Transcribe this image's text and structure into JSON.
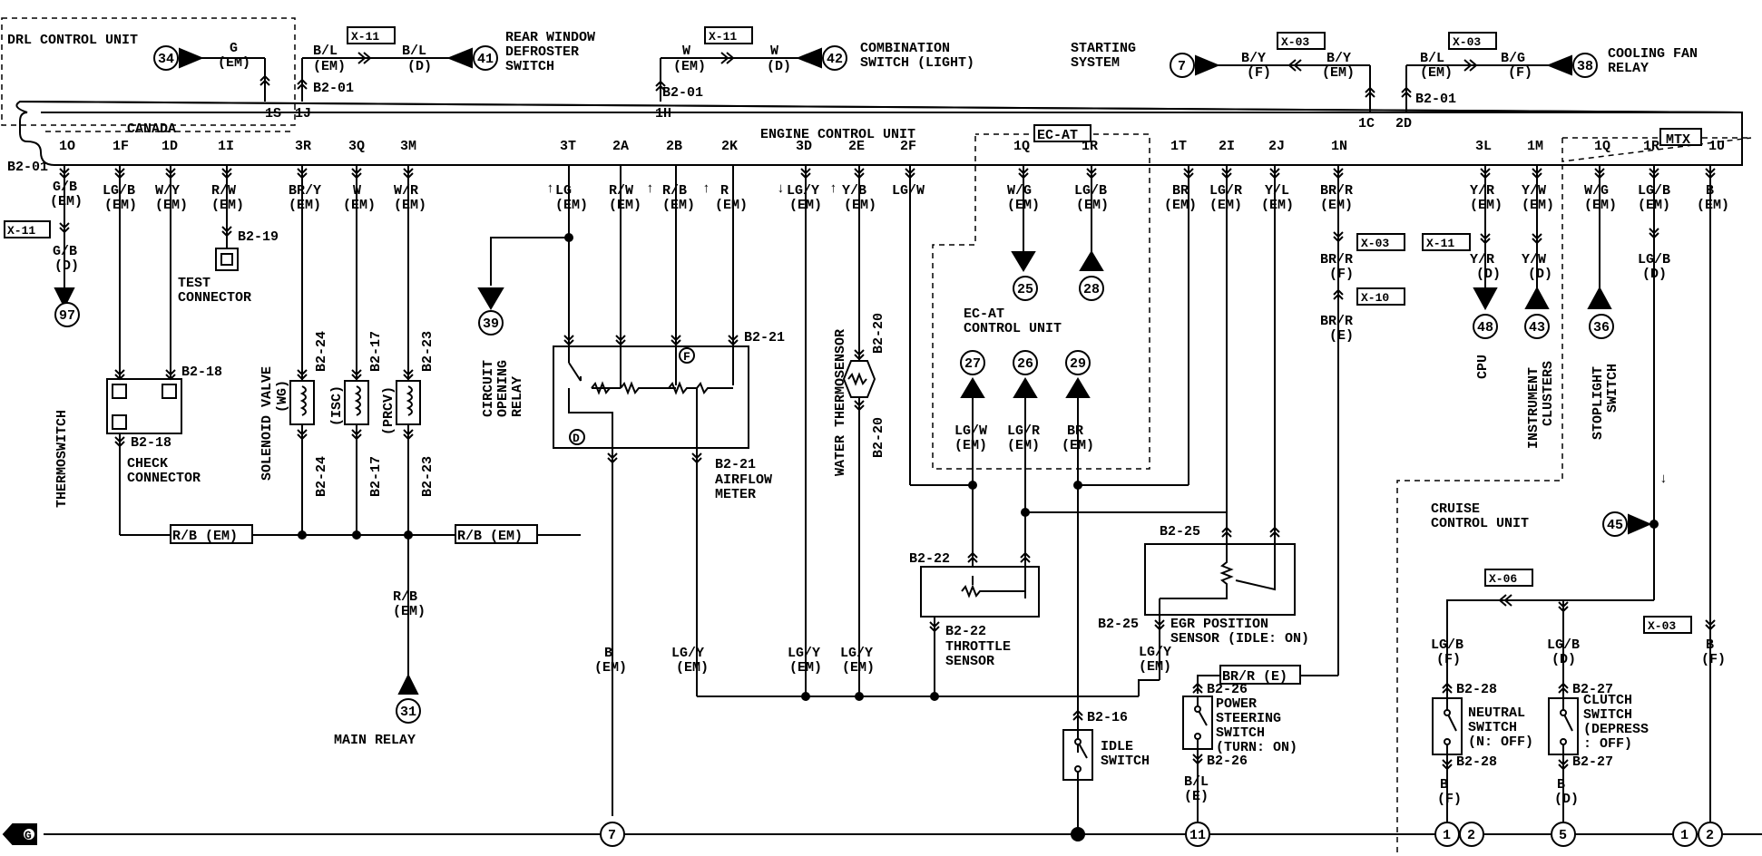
{
  "harness": {
    "canada": "CANADA",
    "ecu": "ENGINE CONTROL UNIT",
    "ecat": "EC-AT",
    "mtx": "MTX",
    "b201_a": "B2-01",
    "b201_b": "B2-01",
    "b201_c": "B2-01",
    "b201_d": "B2-01",
    "b201_e": "B2-01",
    "top_pins": [
      "1S",
      "1J",
      "1H",
      "1C",
      "2D"
    ],
    "pins": [
      "1O",
      "1F",
      "1D",
      "1I",
      "3R",
      "3Q",
      "3M",
      "3T",
      "2A",
      "2B",
      "2K",
      "3D",
      "2E",
      "2F",
      "1Q",
      "1R",
      "1T",
      "2I",
      "2J",
      "1N",
      "3L",
      "1M",
      "1Q",
      "1R",
      "1U"
    ]
  },
  "top": {
    "drl_title": "DRL CONTROL UNIT",
    "drl_num": "34",
    "drl_wire": "G",
    "drl_loc": "(EM)",
    "rw_wire1": "B/L",
    "rw_loc1": "(EM)",
    "rw_x": "X-11",
    "rw_wire2": "B/L",
    "rw_loc2": "(D)",
    "rw_num": "41",
    "rw_label1": "REAR WINDOW",
    "rw_label2": "DEFROSTER",
    "rw_label3": "SWITCH",
    "cs_wire1": "W",
    "cs_loc1": "(EM)",
    "cs_x": "X-11",
    "cs_wire2": "W",
    "cs_loc2": "(D)",
    "cs_num": "42",
    "cs_label1": "COMBINATION",
    "cs_label2": "SWITCH (LIGHT)",
    "cs_b201": "B2-01",
    "ss_label1": "STARTING",
    "ss_label2": "SYSTEM",
    "ss_num": "7",
    "ss_wire1": "B/Y",
    "ss_loc1": "(F)",
    "ss_x": "X-03",
    "ss_wire2": "B/Y",
    "ss_loc2": "(EM)",
    "cf_wire1": "B/L",
    "cf_loc1": "(EM)",
    "cf_x": "X-03",
    "cf_wire2": "B/G",
    "cf_loc2": "(F)",
    "cf_num": "38",
    "cf_label1": "COOLING FAN",
    "cf_label2": "RELAY",
    "cf_b201": "B2-01"
  },
  "left": {
    "w1": "G/B",
    "l1": "(EM)",
    "x1": "X-11",
    "w1b": "G/B",
    "l1b": "(D)",
    "n1": "97",
    "thermo": "THERMOSWITCH",
    "w2": "LG/B",
    "l2": "(EM)",
    "w3": "W/Y",
    "l3": "(EM)",
    "w4": "R/W",
    "l4": "(EM)",
    "b219": "B2-19",
    "test1": "TEST",
    "test2": "CONNECTOR",
    "b218a": "B2-18",
    "b218b": "B2-18",
    "check1": "CHECK",
    "check2": "CONNECTOR",
    "w5": "BR/Y",
    "l5": "(EM)",
    "w6": "W",
    "l6": "(EM)",
    "w7": "W/R",
    "l7": "(EM)",
    "b224a": "B2-24",
    "b224b": "B2-24",
    "b217a": "B2-17",
    "b217b": "B2-17",
    "b223a": "B2-23",
    "b223b": "B2-23",
    "sv1": "SOLENOID VALVE",
    "sv_wg": "(WG)",
    "sv_isc": "(ISC)",
    "sv_prcv": "(PRCV)",
    "rb1": "R/B (EM)",
    "rb2": "R/B (EM)",
    "rb3": "R/B",
    "rb3l": "(EM)",
    "mr_num": "31",
    "mr": "MAIN RELAY"
  },
  "mid": {
    "w_lg": "LG",
    "l_lg": "(EM)",
    "w_rw": "R/W",
    "l_rw": "(EM)",
    "w_rb": "R/B",
    "l_rb": "(EM)",
    "w_r": "R",
    "l_r": "(EM)",
    "w_lgy": "LG/Y",
    "l_lgy": "(EM)",
    "w_yb": "Y/B",
    "l_yb": "(EM)",
    "w_lgw": "LG/W",
    "l_lgw": "(EM)",
    "cor_num": "39",
    "cor1": "CIRCUIT",
    "cor2": "OPENING",
    "cor3": "RELAY",
    "b221a": "B2-21",
    "b221b": "B2-21",
    "afm1": "AIRFLOW",
    "afm2": "METER",
    "fc": "F",
    "dc": "D",
    "wts": "WATER THERMOSENSOR",
    "b220a": "B2-20",
    "b220b": "B2-20",
    "bot_b": "B",
    "bot_bl": "(EM)",
    "bot_lgy1": "LG/Y",
    "bot_lgy1l": "(EM)",
    "bot_lgy2": "LG/Y",
    "bot_lgy2l": "(EM)",
    "bot_lgy3": "LG/Y",
    "bot_lgy3l": "(EM)",
    "n7": "7"
  },
  "ecat": {
    "w1": "W/G",
    "l1": "(EM)",
    "n1": "25",
    "w2": "LG/B",
    "l2": "(EM)",
    "n2": "28",
    "title1": "EC-AT",
    "title2": "CONTROL UNIT",
    "n27": "27",
    "n26": "26",
    "n29": "29",
    "w3": "LG/W",
    "l3": "(EM)",
    "w4": "LG/R",
    "l4": "(EM)",
    "w5": "BR",
    "l5": "(EM)",
    "b222a": "B2-22",
    "b222b": "B2-22",
    "ts1": "THROTTLE",
    "ts2": "SENSOR",
    "b216": "B2-16",
    "idle1": "IDLE",
    "idle2": "SWITCH"
  },
  "right": {
    "w_br": "BR",
    "l_br": "(EM)",
    "w_lgr": "LG/R",
    "l_lgr": "(EM)",
    "w_yl": "Y/L",
    "l_yl": "(EM)",
    "w_brr": "BR/R",
    "l_brr": "(EM)",
    "x03": "X-03",
    "w_brr2": "BR/R",
    "l_brr2": "(F)",
    "x10": "X-10",
    "w_brr3": "BR/R",
    "l_brr3": "(E)",
    "b225a": "B2-25",
    "b225b": "B2-25",
    "egr1": "EGR POSITION",
    "egr2": "SENSOR (IDLE: ON)",
    "lgy": "LG/Y",
    "lgyl": "(EM)",
    "brre": "BR/R (E)",
    "b226a": "B2-26",
    "b226b": "B2-26",
    "ps1": "POWER",
    "ps2": "STEERING",
    "ps3": "SWITCH",
    "ps4": "(TURN: ON)",
    "bl": "B/L",
    "bll": "(E)",
    "n11": "11",
    "w_yr": "Y/R",
    "l_yr": "(EM)",
    "w_yw": "Y/W",
    "l_yw": "(EM)",
    "x11": "X-11",
    "w_yr2": "Y/R",
    "l_yr2": "(D)",
    "w_yw2": "Y/W",
    "l_yw2": "(D)",
    "n48": "48",
    "n43": "43",
    "n36": "36",
    "cpu": "CPU",
    "ic1": "INSTRUMENT",
    "ic2": "CLUSTERS",
    "sl1": "STOPLIGHT",
    "sl2": "SWITCH",
    "w_wg": "W/G",
    "l_wg": "(EM)",
    "w_lgb": "LG/B",
    "l_lgb": "(EM)",
    "w_lgb2": "LG/B",
    "l_lgb2": "(D)",
    "w_b": "B",
    "l_b": "(EM)",
    "cc1": "CRUISE",
    "cc2": "CONTROL UNIT",
    "n45": "45",
    "x06": "X-06",
    "x03b": "X-03",
    "w_lgbf": "LG/B",
    "l_lgbf": "(F)",
    "w_lgbd": "LG/B",
    "l_lgbd": "(D)",
    "w_bf": "B",
    "l_bf": "(F)",
    "b228a": "B2-28",
    "b228b": "B2-28",
    "b227a": "B2-27",
    "b227b": "B2-27",
    "ns1": "NEUTRAL",
    "ns2": "SWITCH",
    "ns3": "(N: OFF)",
    "cs1": "CLUTCH",
    "cs2": "SWITCH",
    "cs3": "(DEPRESS",
    "cs4": ": OFF)",
    "wb1": "B",
    "wb1l": "(F)",
    "wb2": "B",
    "wb2l": "(D)",
    "g1": "1",
    "g2": "2",
    "g5": "5",
    "g1b": "1",
    "g2b": "2"
  },
  "ground": {
    "label": "G"
  }
}
